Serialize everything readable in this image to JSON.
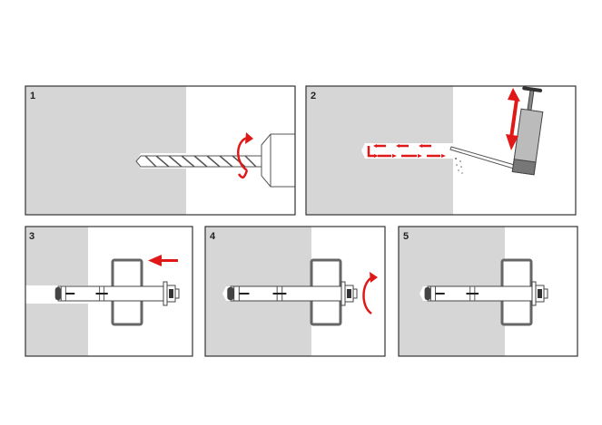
{
  "steps": [
    {
      "number": "1",
      "action": "drill"
    },
    {
      "number": "2",
      "action": "clean-hole"
    },
    {
      "number": "3",
      "action": "insert-anchor"
    },
    {
      "number": "4",
      "action": "tighten-nut"
    },
    {
      "number": "5",
      "action": "fixed"
    }
  ],
  "colors": {
    "wall": "#d6d6d6",
    "arrow": "#e01818",
    "outline": "#333333"
  }
}
